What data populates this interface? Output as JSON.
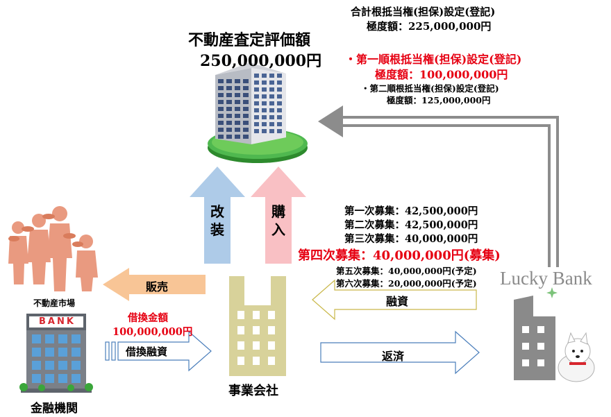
{
  "property": {
    "title": "不動産査定評価額",
    "value": "250,000,000円"
  },
  "mortgage": {
    "total_label": "合計根抵当権(担保)設定(登記)",
    "total_limit": "極度額：225,000,000円",
    "first_label": "・第一順根抵当権(担保)設定(登記)",
    "first_limit": "極度額：100,000,000円",
    "second_label": "・第二順根抵当権(担保)設定(登記)",
    "second_limit": "極度額：125,000,000円"
  },
  "arrows": {
    "renovate": "改装",
    "purchase": "購入",
    "sell": "販売",
    "refinance": "借換融資",
    "financing": "融資",
    "repayment": "返済"
  },
  "refinance_amount": {
    "label": "借換金額",
    "value": "100,000,000円"
  },
  "recruitment": {
    "round1": "第一次募集：42,500,000円",
    "round2": "第二次募集：42,500,000円",
    "round3": "第三次募集：40,000,000円",
    "round4": "第四次募集：40,000,000円(募集)",
    "round5": "第五次募集：40,000,000円(予定)",
    "round6": "第六次募集：20,000,000円(予定)"
  },
  "entities": {
    "market": "不動産市場",
    "bank_sign": "BANK",
    "financial_institution": "金融機関",
    "company": "事業会社",
    "lucky_bank_logo": "Lucky Bank"
  },
  "icons": {
    "building": "apartment-building-icon",
    "people": "people-holding-coins-icon",
    "bank": "bank-building-icon",
    "company": "company-building-icon",
    "lucky_bank": "lucky-bank-building-icon",
    "dog": "white-dog-mascot-icon"
  },
  "colors": {
    "red": "#e60012",
    "blue_arrow": "#aecbe8",
    "pink_arrow": "#f9c0c4",
    "orange_arrow": "#f8c596",
    "people": "#e99a80",
    "company": "#d8d29a",
    "lucky_gray": "#8a8a8a"
  }
}
